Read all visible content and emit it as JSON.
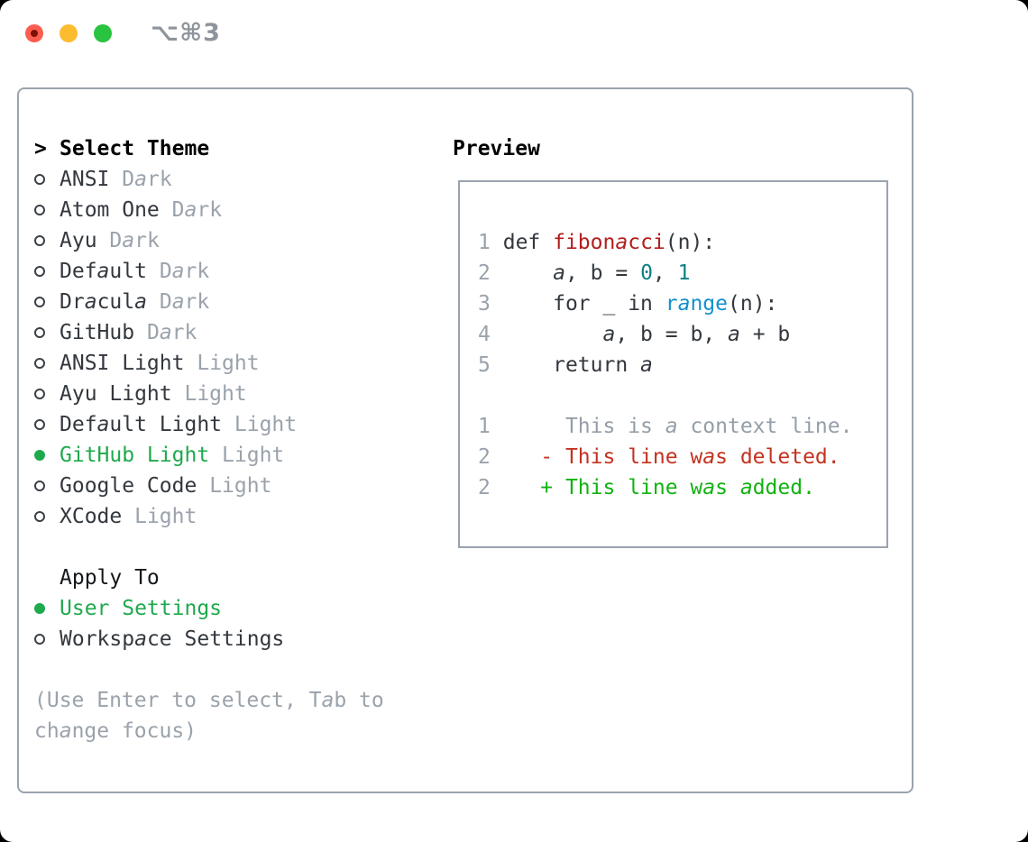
{
  "window": {
    "title": "⌥⌘3",
    "traffic_lights": [
      "close",
      "minimize",
      "zoom"
    ]
  },
  "sidebar": {
    "header": {
      "marker": ">",
      "label": "Select Theme"
    },
    "themes": [
      {
        "name": "ANSI",
        "variant": "Dark",
        "selected": false
      },
      {
        "name": "Atom One",
        "variant": "Dark",
        "selected": false
      },
      {
        "name": "Ayu",
        "variant": "Dark",
        "selected": false
      },
      {
        "name": "Default",
        "variant": "Dark",
        "selected": false
      },
      {
        "name": "Dracula",
        "variant": "Dark",
        "selected": false
      },
      {
        "name": "GitHub",
        "variant": "Dark",
        "selected": false
      },
      {
        "name": "ANSI Light",
        "variant": "Light",
        "selected": false
      },
      {
        "name": "Ayu Light",
        "variant": "Light",
        "selected": false
      },
      {
        "name": "Default Light",
        "variant": "Light",
        "selected": false
      },
      {
        "name": "GitHub Light",
        "variant": "Light",
        "selected": true
      },
      {
        "name": "Google Code",
        "variant": "Light",
        "selected": false
      },
      {
        "name": "XCode",
        "variant": "Light",
        "selected": false
      }
    ],
    "apply_to": {
      "label": "Apply To",
      "options": [
        {
          "label": "User Settings",
          "selected": true
        },
        {
          "label": "Workspace Settings",
          "selected": false
        }
      ]
    },
    "hint_lines": [
      "(Use Enter to select, Tab to",
      "change focus)"
    ]
  },
  "preview": {
    "title": "Preview",
    "lines": [
      {
        "num": "1",
        "tokens": [
          {
            "t": "def ",
            "c": "code"
          },
          {
            "t": "fibonacci",
            "c": "func"
          },
          {
            "t": "(n):",
            "c": "code"
          }
        ]
      },
      {
        "num": "2",
        "tokens": [
          {
            "t": "    a, b = ",
            "c": "code"
          },
          {
            "t": "0",
            "c": "num"
          },
          {
            "t": ", ",
            "c": "code"
          },
          {
            "t": "1",
            "c": "num"
          }
        ]
      },
      {
        "num": "3",
        "tokens": [
          {
            "t": "    for _ in ",
            "c": "code"
          },
          {
            "t": "range",
            "c": "call"
          },
          {
            "t": "(n):",
            "c": "code"
          }
        ]
      },
      {
        "num": "4",
        "tokens": [
          {
            "t": "        a, b = b, a + b",
            "c": "code"
          }
        ]
      },
      {
        "num": "5",
        "tokens": [
          {
            "t": "    return a",
            "c": "code"
          }
        ]
      },
      {
        "num": "",
        "tokens": []
      },
      {
        "num": "1",
        "tokens": [
          {
            "t": "     This is a context line.",
            "c": "ctx"
          }
        ]
      },
      {
        "num": "2",
        "tokens": [
          {
            "t": "   - This line was deleted.",
            "c": "del"
          }
        ]
      },
      {
        "num": "2",
        "tokens": [
          {
            "t": "   + This line was added.",
            "c": "add"
          }
        ]
      }
    ]
  },
  "colors": {
    "selection_green": "#1fa94d",
    "added_green": "#12b212",
    "deleted_red": "#c3321f",
    "function_red": "#b31d1d",
    "number_teal": "#0f7f85",
    "call_blue": "#1191cc",
    "muted_gray": "#9aa2ab",
    "text_dark": "#33383e",
    "border_gray": "#9aa3ae"
  }
}
